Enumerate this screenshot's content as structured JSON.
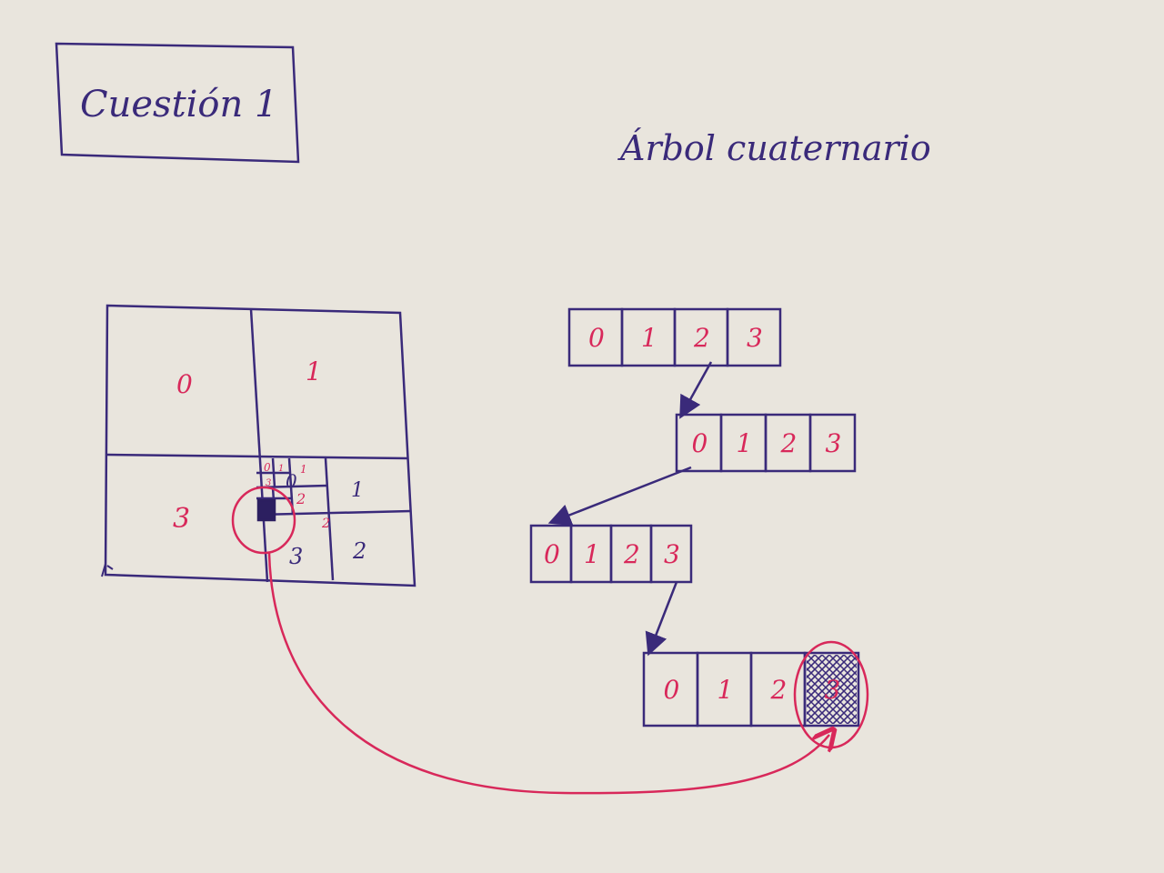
{
  "title_box": {
    "text": "Cuestión 1"
  },
  "heading": {
    "text": "Árbol cuaternario"
  },
  "quadtree_grid": {
    "labels": {
      "q0": "0",
      "q1": "1",
      "q3": "3",
      "sub1": "1",
      "sub3": "3",
      "sub2": "2",
      "subsub0": "0",
      "subsub1": "1",
      "subsub2": "2",
      "tiny0": "0",
      "tiny1": "1",
      "tiny3": "3",
      "tiny2": "2"
    }
  },
  "tree_nodes": [
    {
      "cells": [
        "0",
        "1",
        "2",
        "3"
      ],
      "pointer_from": "2"
    },
    {
      "cells": [
        "0",
        "1",
        "2",
        "3"
      ],
      "pointer_from": "0"
    },
    {
      "cells": [
        "0",
        "1",
        "2",
        "3"
      ],
      "pointer_from": "3"
    },
    {
      "cells": [
        "0",
        "1",
        "2",
        "3"
      ],
      "highlighted": "3"
    }
  ],
  "colors": {
    "ink": "#3a2a7a",
    "red": "#d8285a",
    "paper": "#e9e5dd"
  }
}
